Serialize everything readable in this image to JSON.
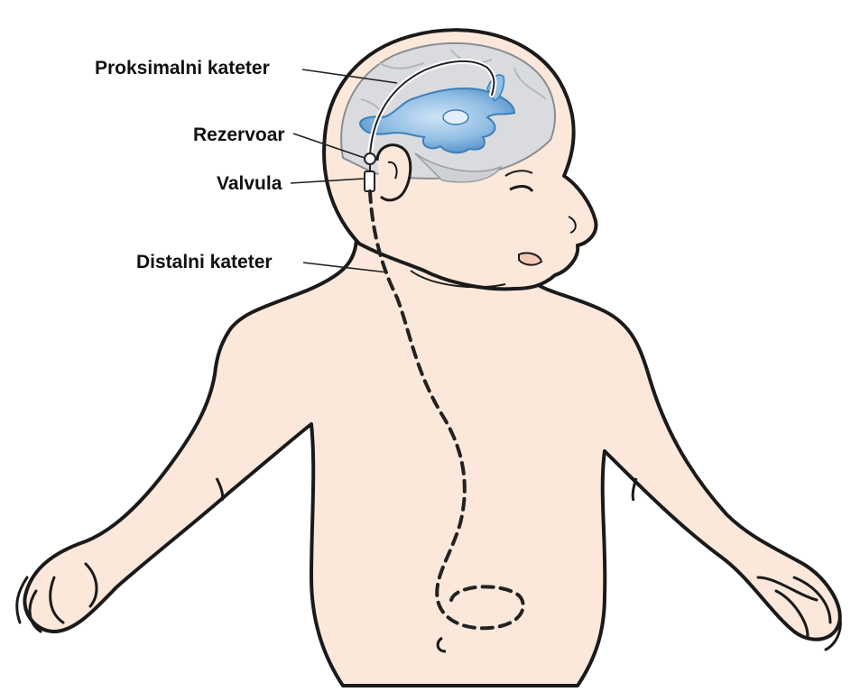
{
  "labels": {
    "proximal_catheter": "Proksimalni kateter",
    "reservoir": "Rezervoar",
    "valve": "Valvula",
    "distal_catheter": "Distalni kateter"
  },
  "colors": {
    "skin": "#fbe8da",
    "outline": "#1a1a1a",
    "brain": "#d9dbde",
    "ventricle": "#8fbde3",
    "ventricle_dark": "#3f7fb8",
    "line": "#222222"
  },
  "icons": [
    "infant-figure",
    "brain-illustration",
    "ventricles-illustration",
    "shunt-catheter",
    "reservoir-valve"
  ]
}
